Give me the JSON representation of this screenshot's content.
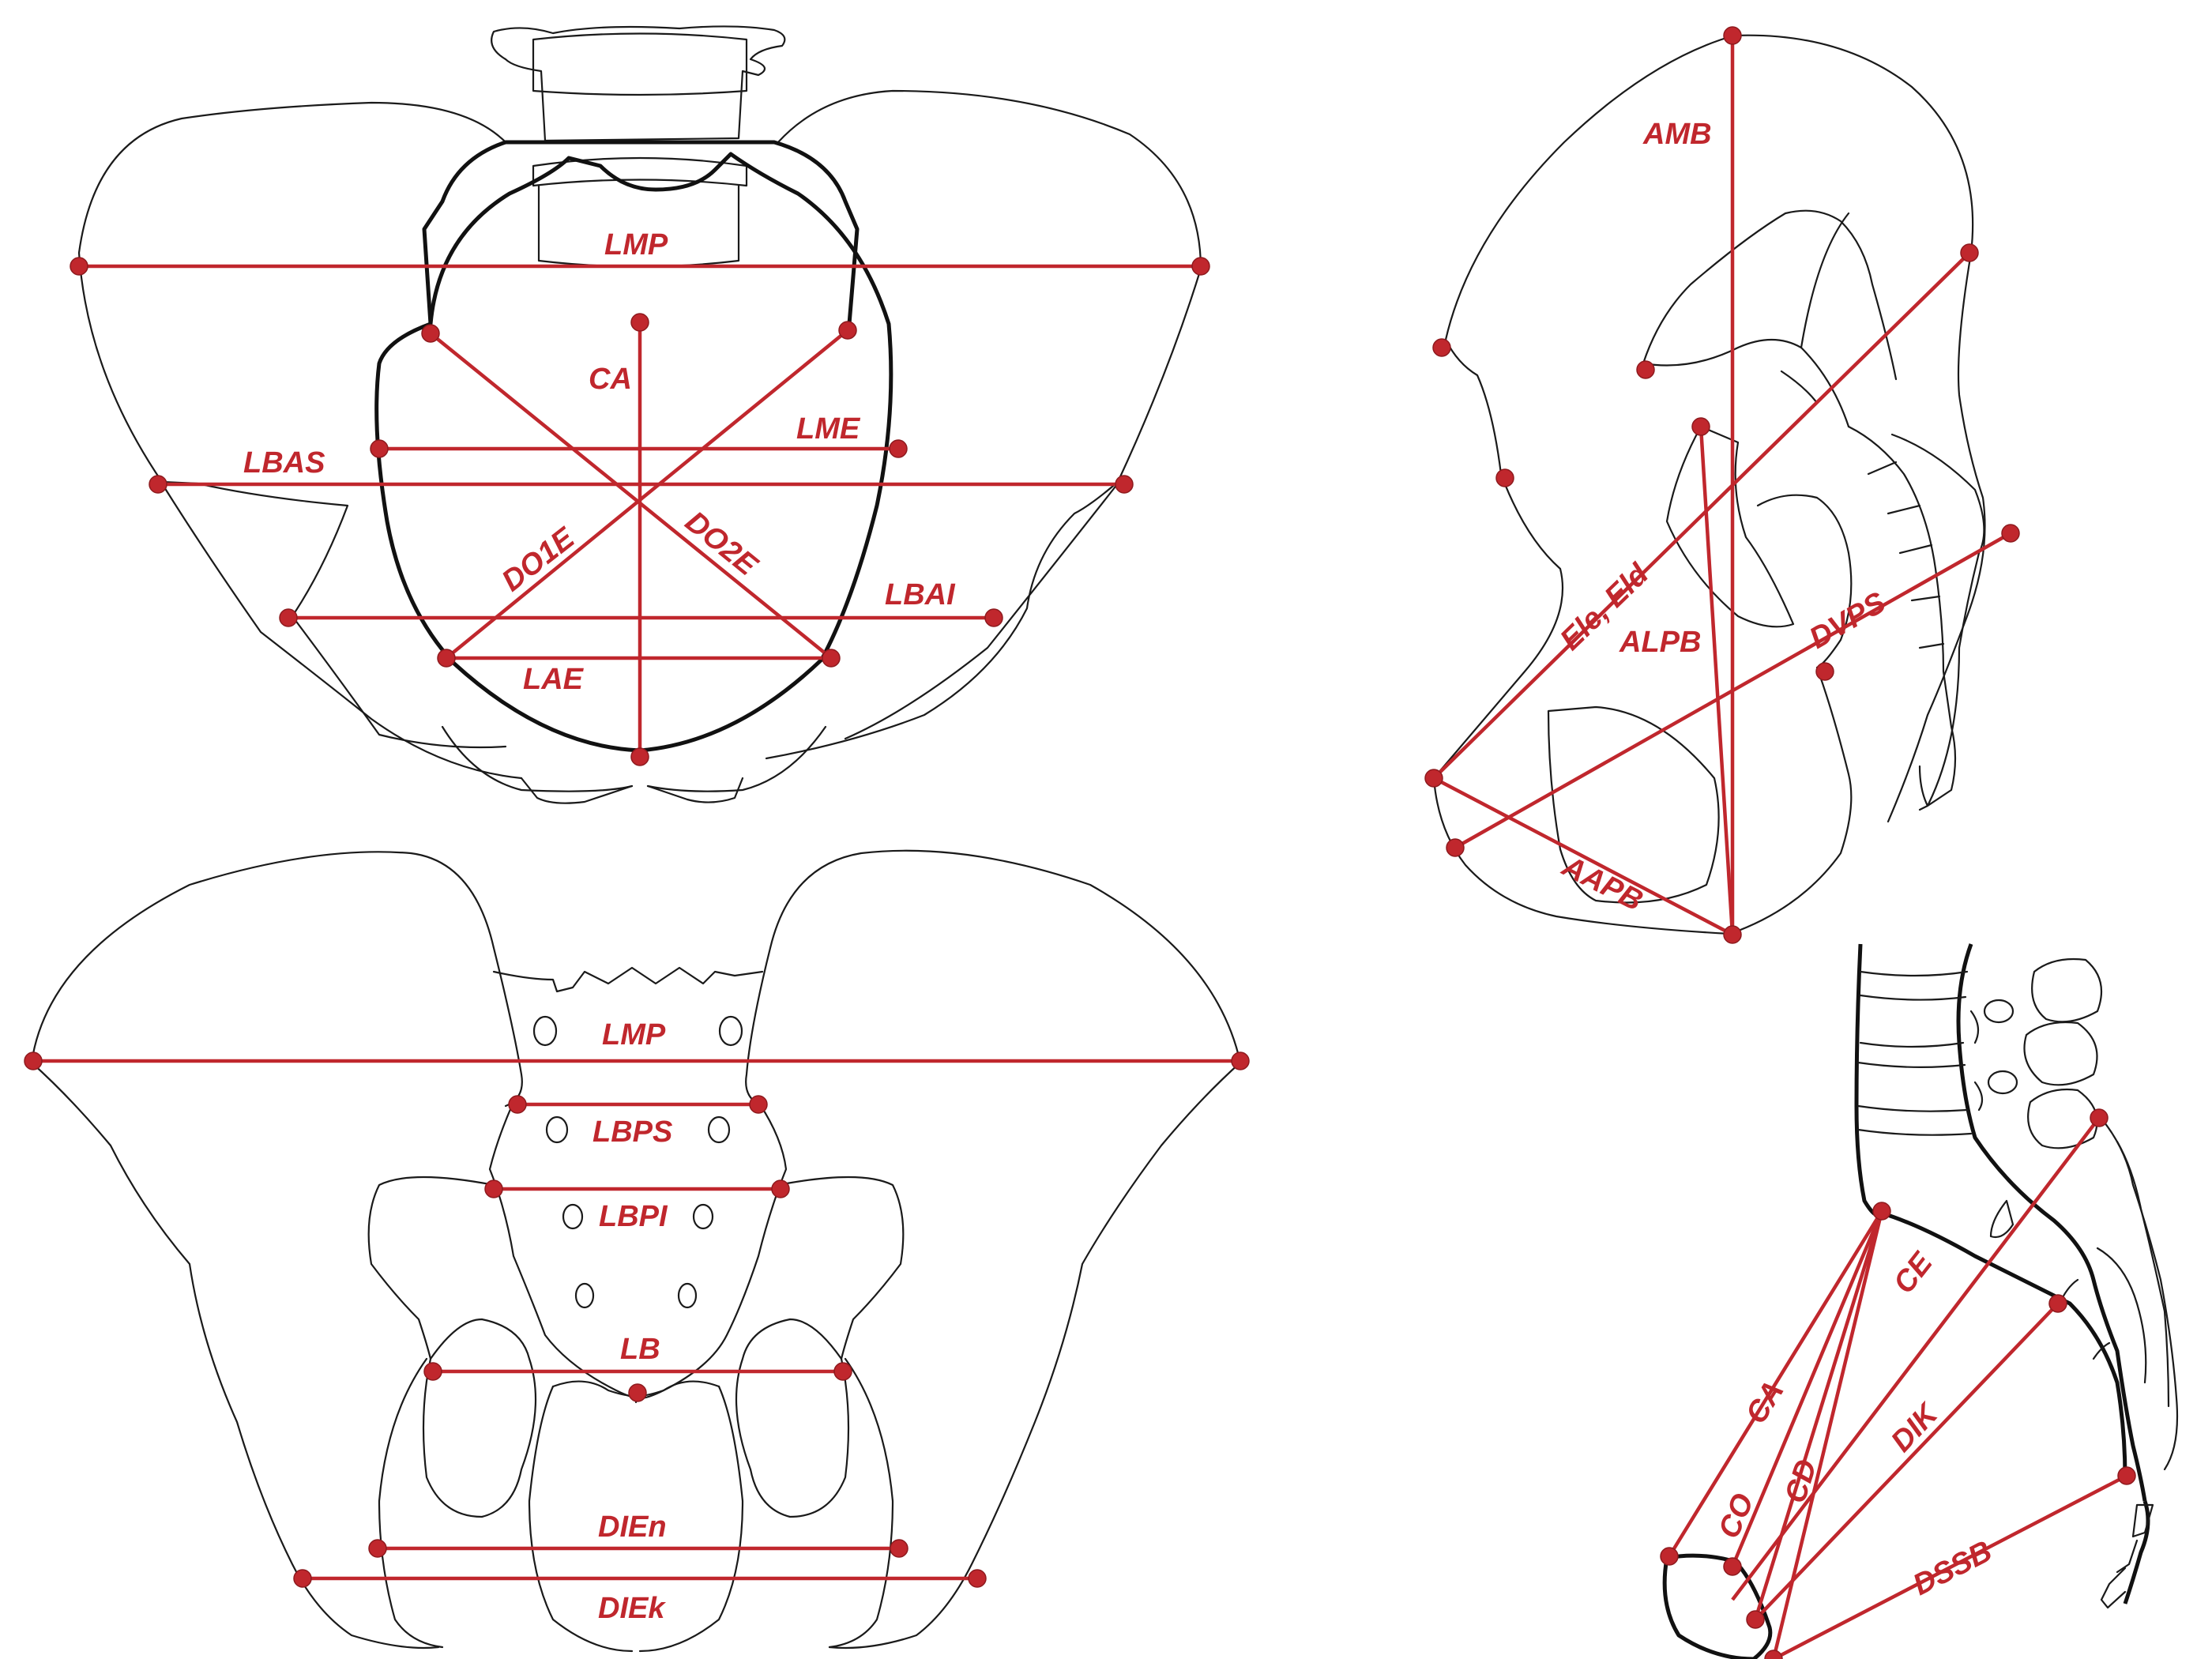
{
  "colors": {
    "measurement": "#c0272d",
    "outline": "#1a1a1a",
    "background": "#ffffff"
  },
  "panels": {
    "inlet": {
      "labels": {
        "lmp": "LMP",
        "ca": "CA",
        "lme": "LME",
        "lbas": "LBAS",
        "do1e": "DO1E",
        "do2e": "DO2E",
        "lbai": "LBAI",
        "lae": "LAE"
      }
    },
    "lateral": {
      "labels": {
        "amb": "AMB",
        "ele": "Ele, Eld",
        "alpb": "ALPB",
        "dvps": "DVPS",
        "aapb": "AAPB"
      }
    },
    "posterior": {
      "labels": {
        "lmp": "LMP",
        "lbps": "LBPS",
        "lbpi": "LBPI",
        "lb": "LB",
        "dien": "DIEn",
        "diek": "DIEk"
      }
    },
    "sagittal": {
      "labels": {
        "ce": "CE",
        "ca": "CA",
        "co": "CO",
        "cd": "CD",
        "dik": "DIK",
        "dssb": "DSSB"
      }
    }
  }
}
